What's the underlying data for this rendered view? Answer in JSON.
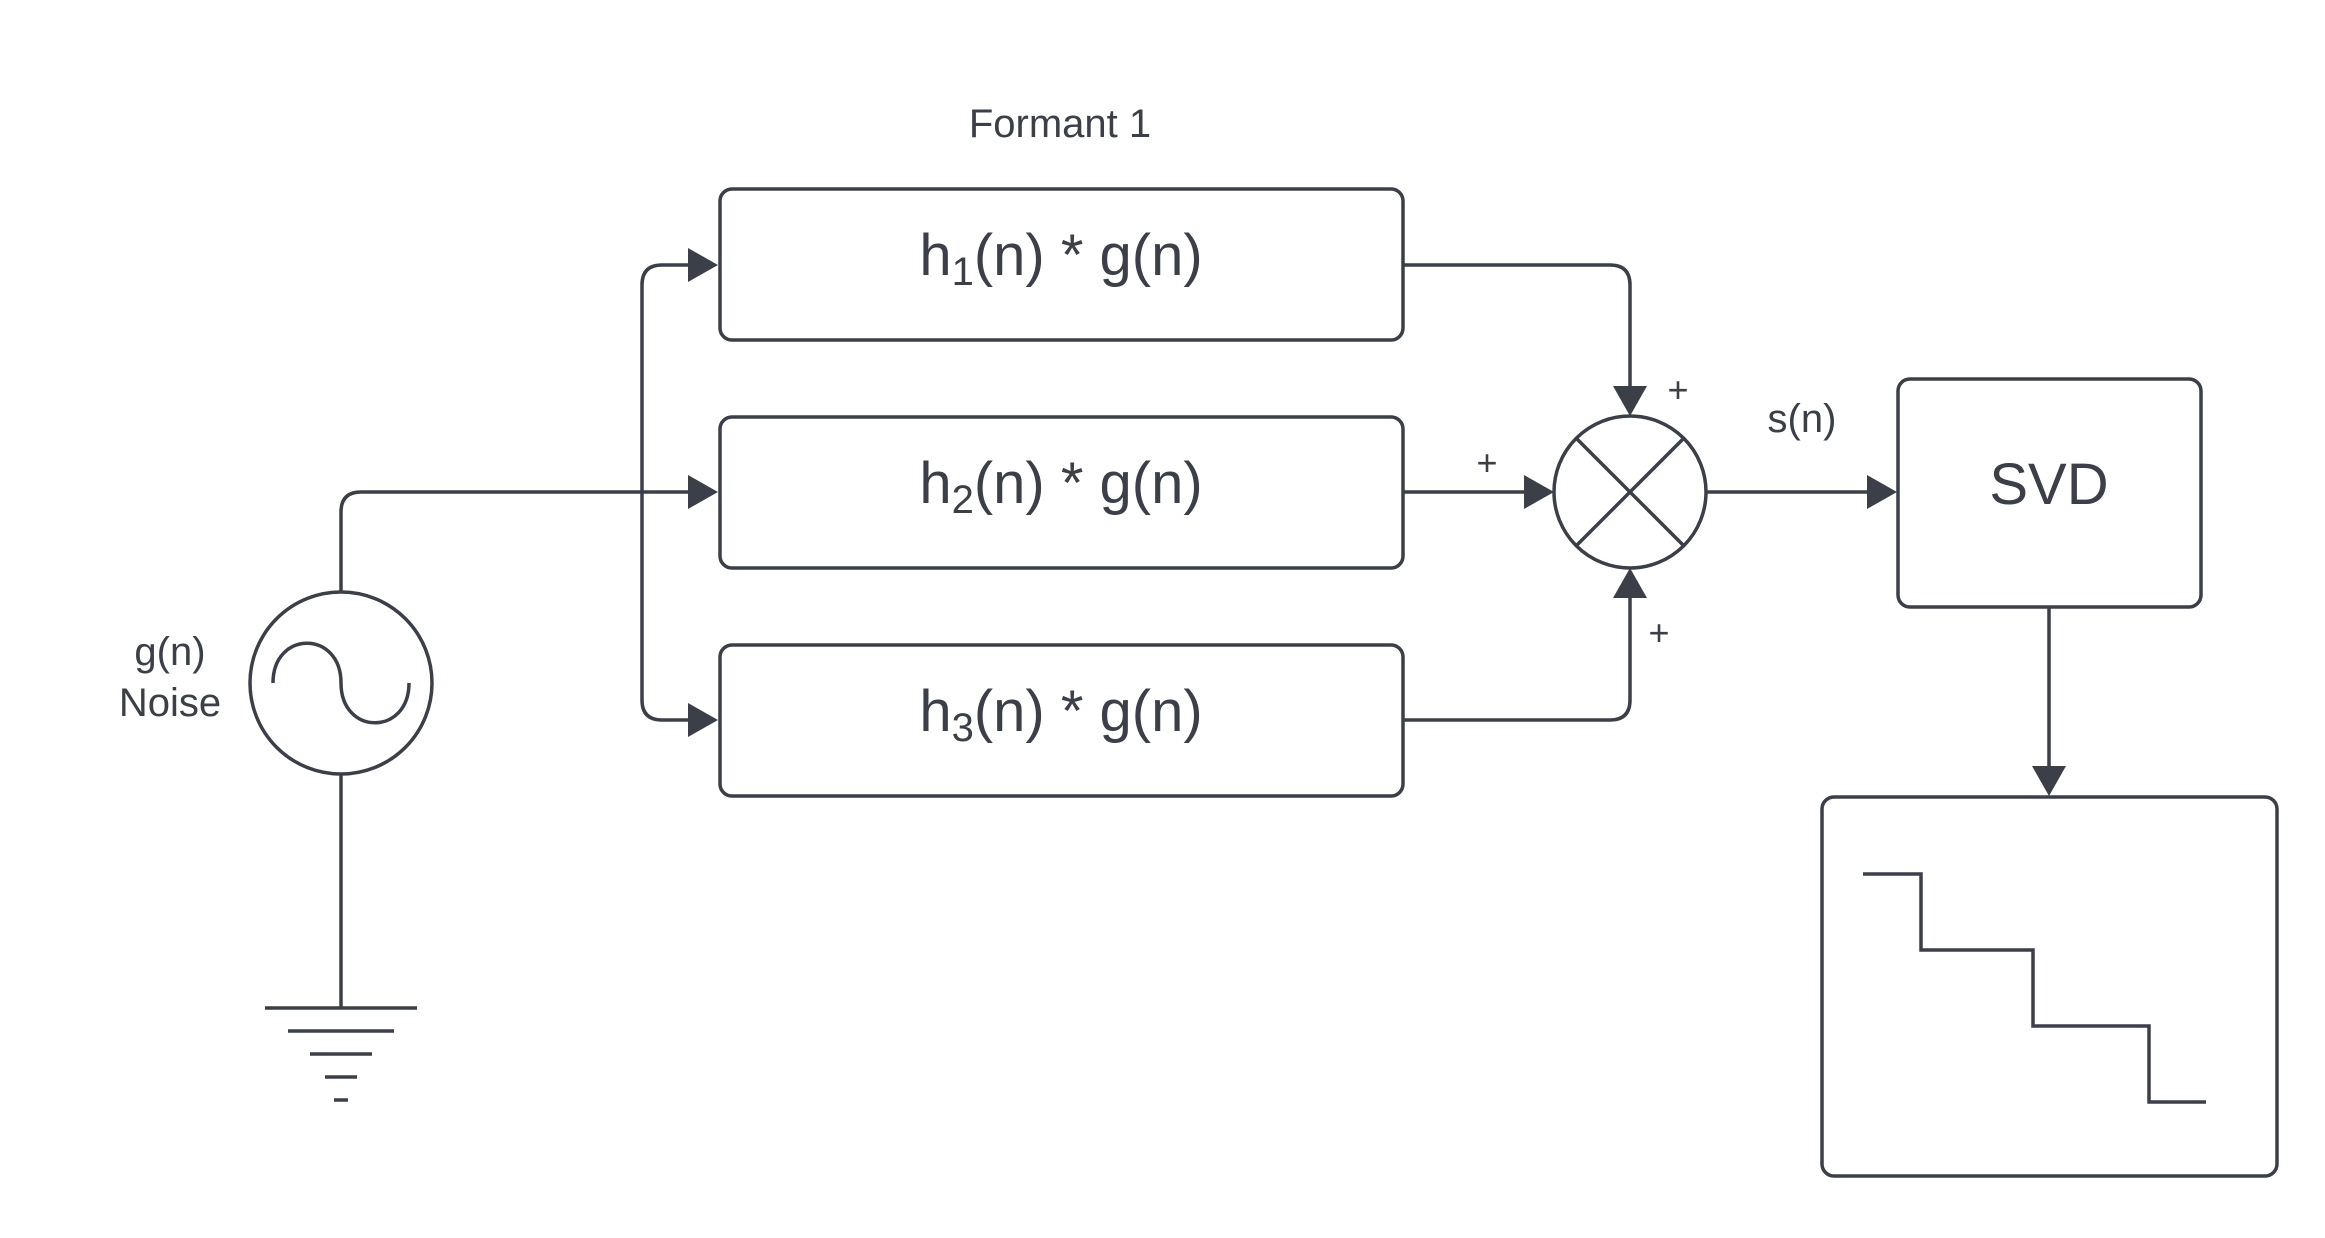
{
  "diagram": {
    "group_label": "Formant 1",
    "filters": [
      {
        "base": "h",
        "sub": "1",
        "rest": "(n) * g(n)"
      },
      {
        "base": "h",
        "sub": "2",
        "rest": "(n) * g(n)"
      },
      {
        "base": "h",
        "sub": "3",
        "rest": "(n) * g(n)"
      }
    ],
    "source": {
      "label_top": "g(n)",
      "label_bottom": "Noise"
    },
    "summer_signs": [
      "+",
      "+",
      "+"
    ],
    "output_signal": "s(n)",
    "svd_label": "SVD"
  }
}
